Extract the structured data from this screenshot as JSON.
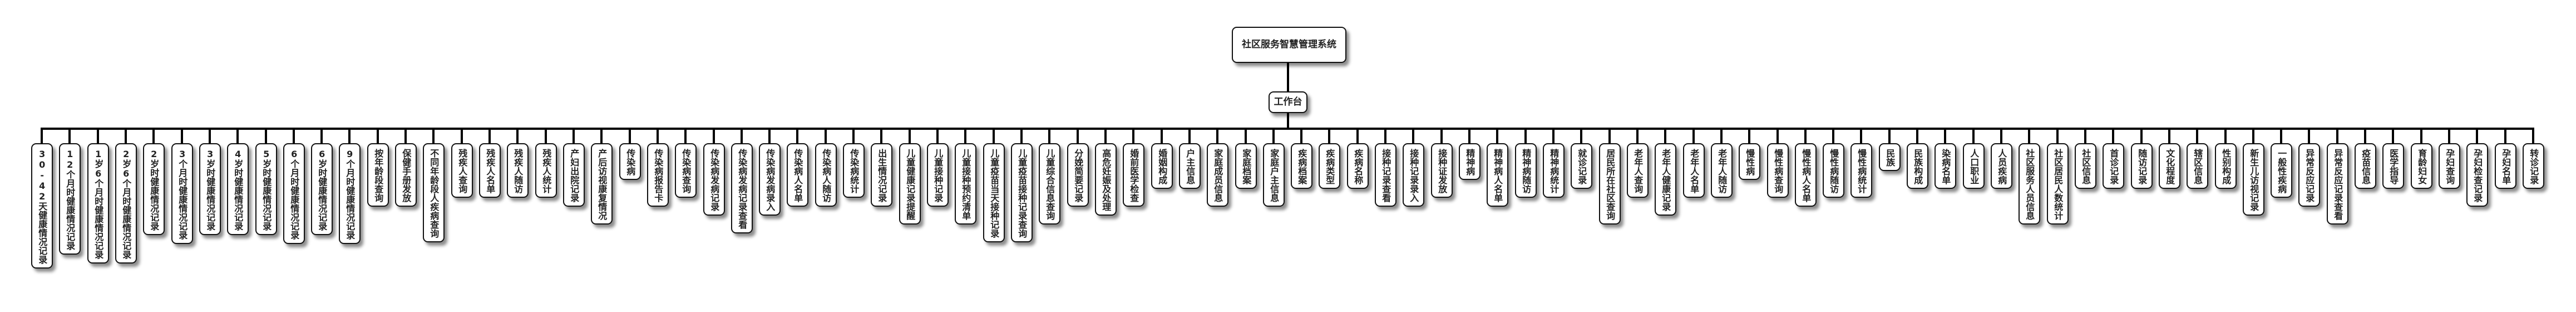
{
  "diagram": {
    "type": "tree",
    "root": {
      "label": "社区服务智慧管理系统"
    },
    "hub": {
      "label": "工作台"
    },
    "children": [
      "30-42天健康情况记录",
      "12个月时健康情况记录",
      "1岁6个月时健康情况记录",
      "2岁6个月时健康情况记录",
      "2岁时健康情况记录",
      "3个月时健康情况记录",
      "3岁时健康情况记录",
      "4岁时健康情况记录",
      "5岁时健康情况记录",
      "6个月时健康情况记录",
      "6岁时健康情况记录",
      "9个月时健康情况记录",
      "按年龄段查询",
      "保健手册发放",
      "不同年龄段人疾病查询",
      "残疾人查询",
      "残疾人名单",
      "残疾人随访",
      "残疾人统计",
      "产妇出院记录",
      "产后访视康复情况",
      "传染病",
      "传染病报告卡",
      "传染病查询",
      "传染病发病记录",
      "传染病发病记录查看",
      "传染病发病录入",
      "传染病人名单",
      "传染病人随访",
      "传染病统计",
      "出生情况记录",
      "儿童健康记录提醒",
      "儿童接种记录",
      "儿童接种预约清单",
      "儿童疫苗当天接种记录",
      "儿童疫苗接种记录查询",
      "儿童综合信息查询",
      "分娩简要记录",
      "高危妊娠及处理",
      "婚前医学检查",
      "婚姻构成",
      "户主信息",
      "家庭成员信息",
      "家庭档案",
      "家庭户主信息",
      "疾病档案",
      "疾病类型",
      "疾病名称",
      "接种记录查看",
      "接种记录录入",
      "接种证发放",
      "精神病",
      "精神病人名单",
      "精神病随访",
      "精神病统计",
      "就诊记录",
      "居民所在社区查询",
      "老年人查询",
      "老年人健康记录",
      "老年人名单",
      "老年人随访",
      "慢性病",
      "慢性病查询",
      "慢性病人名单",
      "慢性病随访",
      "慢性病统计",
      "民族",
      "民族构成",
      "染病名单",
      "人口职业",
      "人员疾病",
      "社区服务人员信息",
      "社区居民人数统计",
      "社区信息",
      "首诊记录",
      "随访记录",
      "文化程度",
      "辖区信息",
      "性别构成",
      "新生儿访视记录",
      "一般性疾病",
      "异常反应记录",
      "异常反应记录查看",
      "疫苗信息",
      "医学指导",
      "育龄妇女",
      "孕妇查询",
      "孕妇检查记录",
      "孕妇名单",
      "转诊记录"
    ]
  },
  "colors": {
    "node_border": "#111111",
    "node_fill": "#ffffff",
    "connector": "#000000",
    "text": "#222222"
  }
}
